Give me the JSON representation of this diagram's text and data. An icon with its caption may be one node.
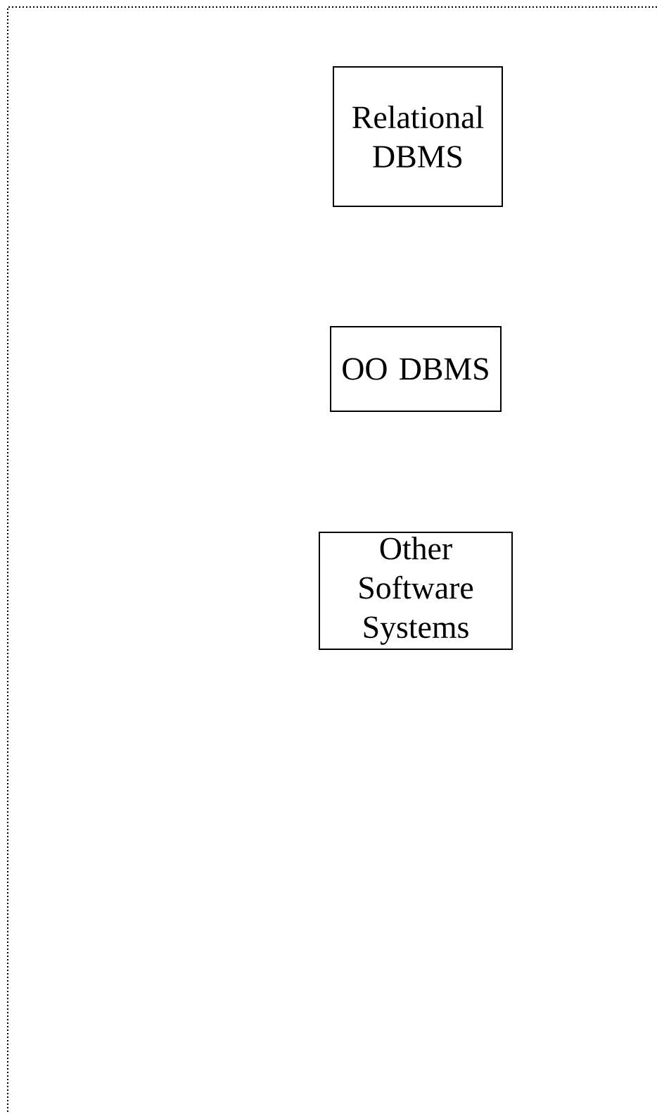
{
  "diagram": {
    "nodes": [
      {
        "text": [
          "Relational DBMS"
        ]
      },
      {
        "text": [
          "OO DBMS"
        ]
      },
      {
        "text": [
          "Other Software Systems"
        ]
      }
    ]
  }
}
